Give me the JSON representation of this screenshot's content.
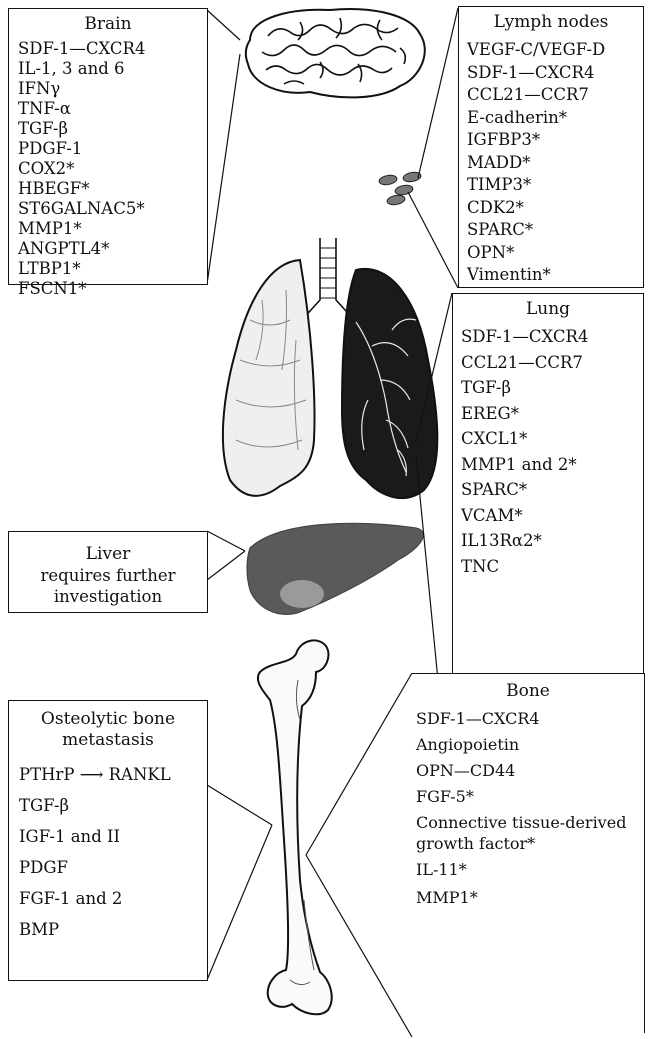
{
  "brain": {
    "title": "Brain",
    "items": [
      "SDF-1—CXCR4",
      "IL-1, 3 and 6",
      "IFNγ",
      "TNF-α",
      "TGF-β",
      "PDGF-1",
      "COX2*",
      "HBEGF*",
      "ST6GALNAC5*",
      "MMP1*",
      "ANGPTL4*",
      "LTBP1*",
      "FSCN1*"
    ]
  },
  "lymph": {
    "title": "Lymph nodes",
    "items": [
      "VEGF-C/VEGF-D",
      "SDF-1—CXCR4",
      "CCL21—CCR7",
      "E-cadherin*",
      "IGFBP3*",
      "MADD*",
      "TIMP3*",
      "CDK2*",
      "SPARC*",
      "OPN*",
      "Vimentin*"
    ]
  },
  "lung": {
    "title": "Lung",
    "items": [
      "SDF-1—CXCR4",
      "CCL21—CCR7",
      "TGF-β",
      "EREG*",
      "CXCL1*",
      "MMP1 and 2*",
      "SPARC*",
      "VCAM*",
      "IL13Rα2*",
      "TNC"
    ]
  },
  "liver": {
    "title": "Liver",
    "subtitle": "requires further investigation"
  },
  "osteolytic": {
    "title": "Osteolytic bone metastasis",
    "items": [
      "PTHrP ⟶ RANKL",
      "TGF-β",
      "IGF-1 and II",
      "PDGF",
      "FGF-1 and 2",
      "BMP"
    ]
  },
  "bone": {
    "title": "Bone",
    "items": [
      "SDF-1—CXCR4",
      "Angiopoietin",
      "OPN—CD44",
      "FGF-5*",
      "Connective tissue-derived growth factor*",
      "IL-11*",
      "MMP1*"
    ]
  }
}
